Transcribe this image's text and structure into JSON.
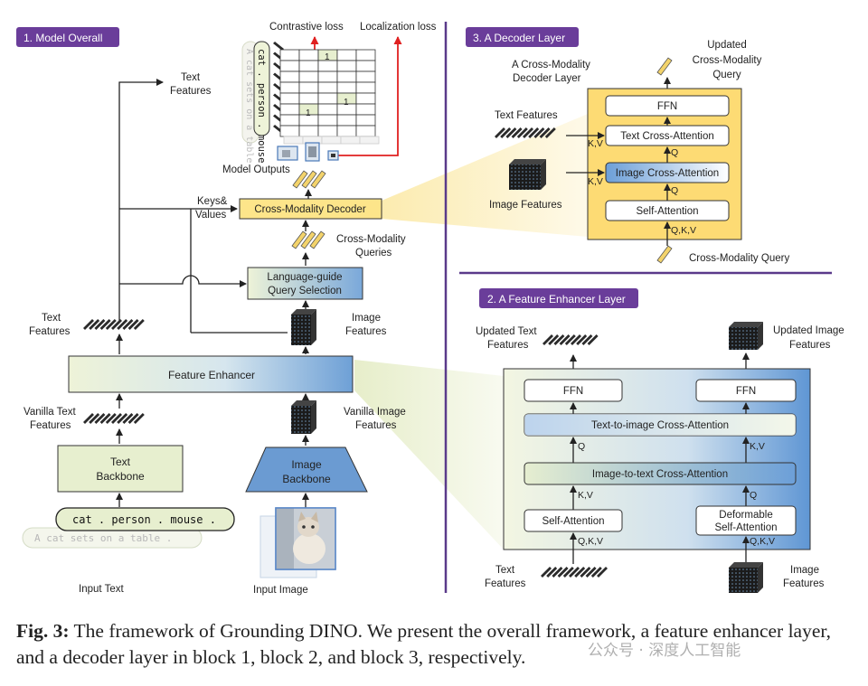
{
  "panel1": {
    "badge": "1. Model Overall",
    "contrastive_loss": "Contrastive loss",
    "localization_loss": "Localization loss",
    "text_features_top": [
      "Text",
      "Features"
    ],
    "model_outputs": "Model Outputs",
    "keys_values": [
      "Keys&",
      "Values"
    ],
    "decoder": "Cross-Modality Decoder",
    "cm_queries": [
      "Cross-Modality",
      "Queries"
    ],
    "qs": [
      "Language-guide",
      "Query Selection"
    ],
    "text_features_mid": [
      "Text",
      "Features"
    ],
    "image_features_mid": [
      "Image",
      "Features"
    ],
    "enhancer": "Feature Enhancer",
    "vanilla_text": [
      "Vanilla Text",
      "Features"
    ],
    "vanilla_image": [
      "Vanilla Image",
      "Features"
    ],
    "text_backbone": [
      "Text",
      "Backbone"
    ],
    "image_backbone": [
      "Image",
      "Backbone"
    ],
    "prompt": "cat . person . mouse .",
    "prompt_faded": "A cat sets on a table .",
    "vertical_prompt": "cat . person . mouse .",
    "vertical_prompt_faded": "A cat sets on a table .",
    "matrix_ones": [
      "1",
      "1",
      "1"
    ],
    "input_text": "Input Text",
    "input_image": "Input Image"
  },
  "panel3": {
    "badge": "3. A Decoder Layer",
    "title": [
      "A Cross-Modality",
      "Decoder Layer"
    ],
    "updated": [
      "Updated",
      "Cross-Modality",
      "Query"
    ],
    "ffn": "FFN",
    "text_ca": "Text Cross-Attention",
    "image_ca": "Image Cross-Attention",
    "self_attn": "Self-Attention",
    "text_features": "Text Features",
    "image_features": "Image Features",
    "kv": "K,V",
    "q": "Q",
    "qkv": "Q,K,V",
    "cm_query": "Cross-Modality Query"
  },
  "panel2": {
    "badge": "2. A Feature Enhancer Layer",
    "updated_text": [
      "Updated Text",
      "Features"
    ],
    "updated_image": [
      "Updated Image",
      "Features"
    ],
    "ffn": "FFN",
    "t2i": "Text-to-image Cross-Attention",
    "i2t": "Image-to-text Cross-Attention",
    "self_attn": "Self-Attention",
    "deform": [
      "Deformable",
      "Self-Attention"
    ],
    "q": "Q",
    "kv": "K,V",
    "qkv": "Q,K,V",
    "text_features": [
      "Text",
      "Features"
    ],
    "image_features": [
      "Image",
      "Features"
    ]
  },
  "caption": {
    "label": "Fig. 3:",
    "text": " The framework of Grounding DINO. We present the overall framework, a feature enhancer layer, and a decoder layer in block 1, block 2, and block 3, respectively."
  },
  "watermark": "公众号 · 深度人工智能",
  "colors": {
    "badge": "#6a3d9a",
    "highlight_yellow": "#fde58a",
    "pale_green": "#e7efcf",
    "blue": "#6b9bd2",
    "arrow_red": "#e02020",
    "divider": "#5a3a8a"
  }
}
